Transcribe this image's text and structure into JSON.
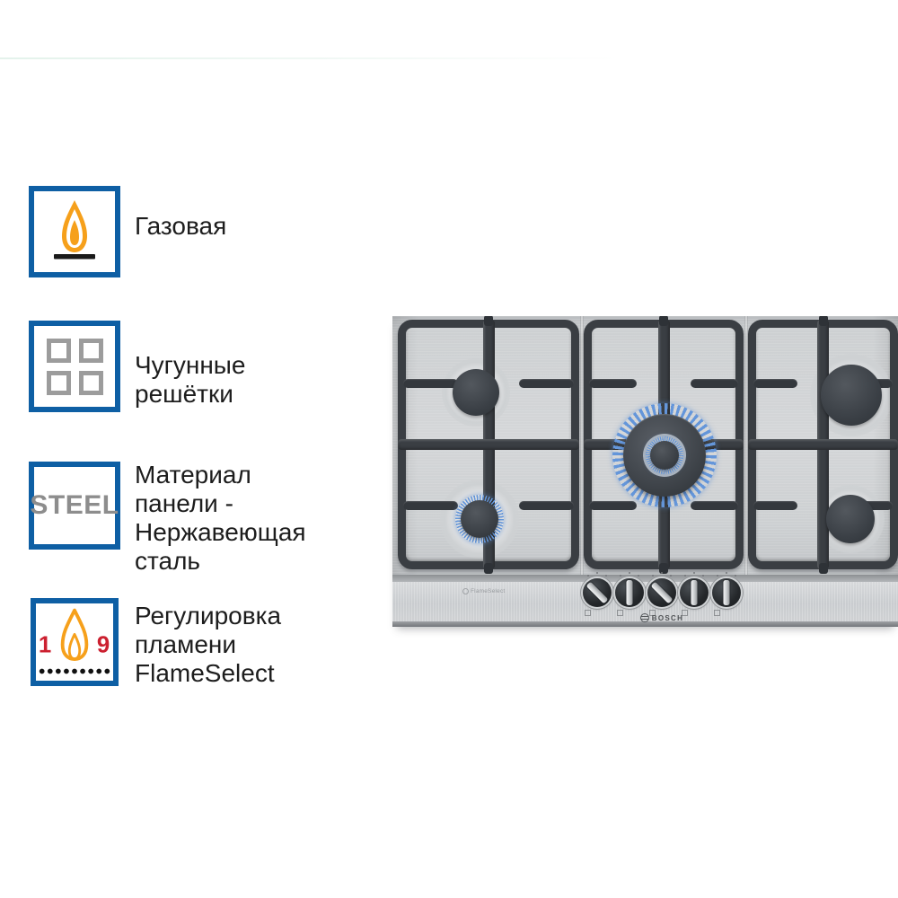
{
  "features": [
    {
      "icon": "gas-flame-icon",
      "lines": [
        "Газовая"
      ]
    },
    {
      "icon": "cast-iron-grates-icon",
      "lines": [
        "Чугунные решётки"
      ]
    },
    {
      "icon": "steel-badge-icon",
      "icon_text": "STEEL",
      "lines": [
        "Материал панели -",
        "Нержавеющая",
        "сталь"
      ]
    },
    {
      "icon": "flameselect-icon",
      "scale_min": "1",
      "scale_max": "9",
      "lines": [
        "Регулировка",
        "пламени",
        "FlameSelect"
      ]
    }
  ],
  "product": {
    "brand": "BOSCH",
    "etching": "FlameSelect",
    "burners": [
      {
        "name": "top-left",
        "size": "medium",
        "flame_on": false
      },
      {
        "name": "bottom-left",
        "size": "small",
        "flame_on": true
      },
      {
        "name": "center",
        "size": "wok",
        "flame_on": true
      },
      {
        "name": "top-right",
        "size": "large",
        "flame_on": false
      },
      {
        "name": "bottom-right",
        "size": "medium",
        "flame_on": false
      }
    ],
    "knobs": [
      {
        "angle": -45
      },
      {
        "angle": 0
      },
      {
        "angle": -45
      },
      {
        "angle": 0
      },
      {
        "angle": 0
      }
    ]
  },
  "colors": {
    "accent_blue": "#0e5fa4",
    "flame_orange": "#f6a01b",
    "flameselect_red": "#cc2030",
    "grate_dark": "#3a3e43",
    "flame_blue": "#6496da",
    "steel_gray": "#8d8d8d"
  }
}
